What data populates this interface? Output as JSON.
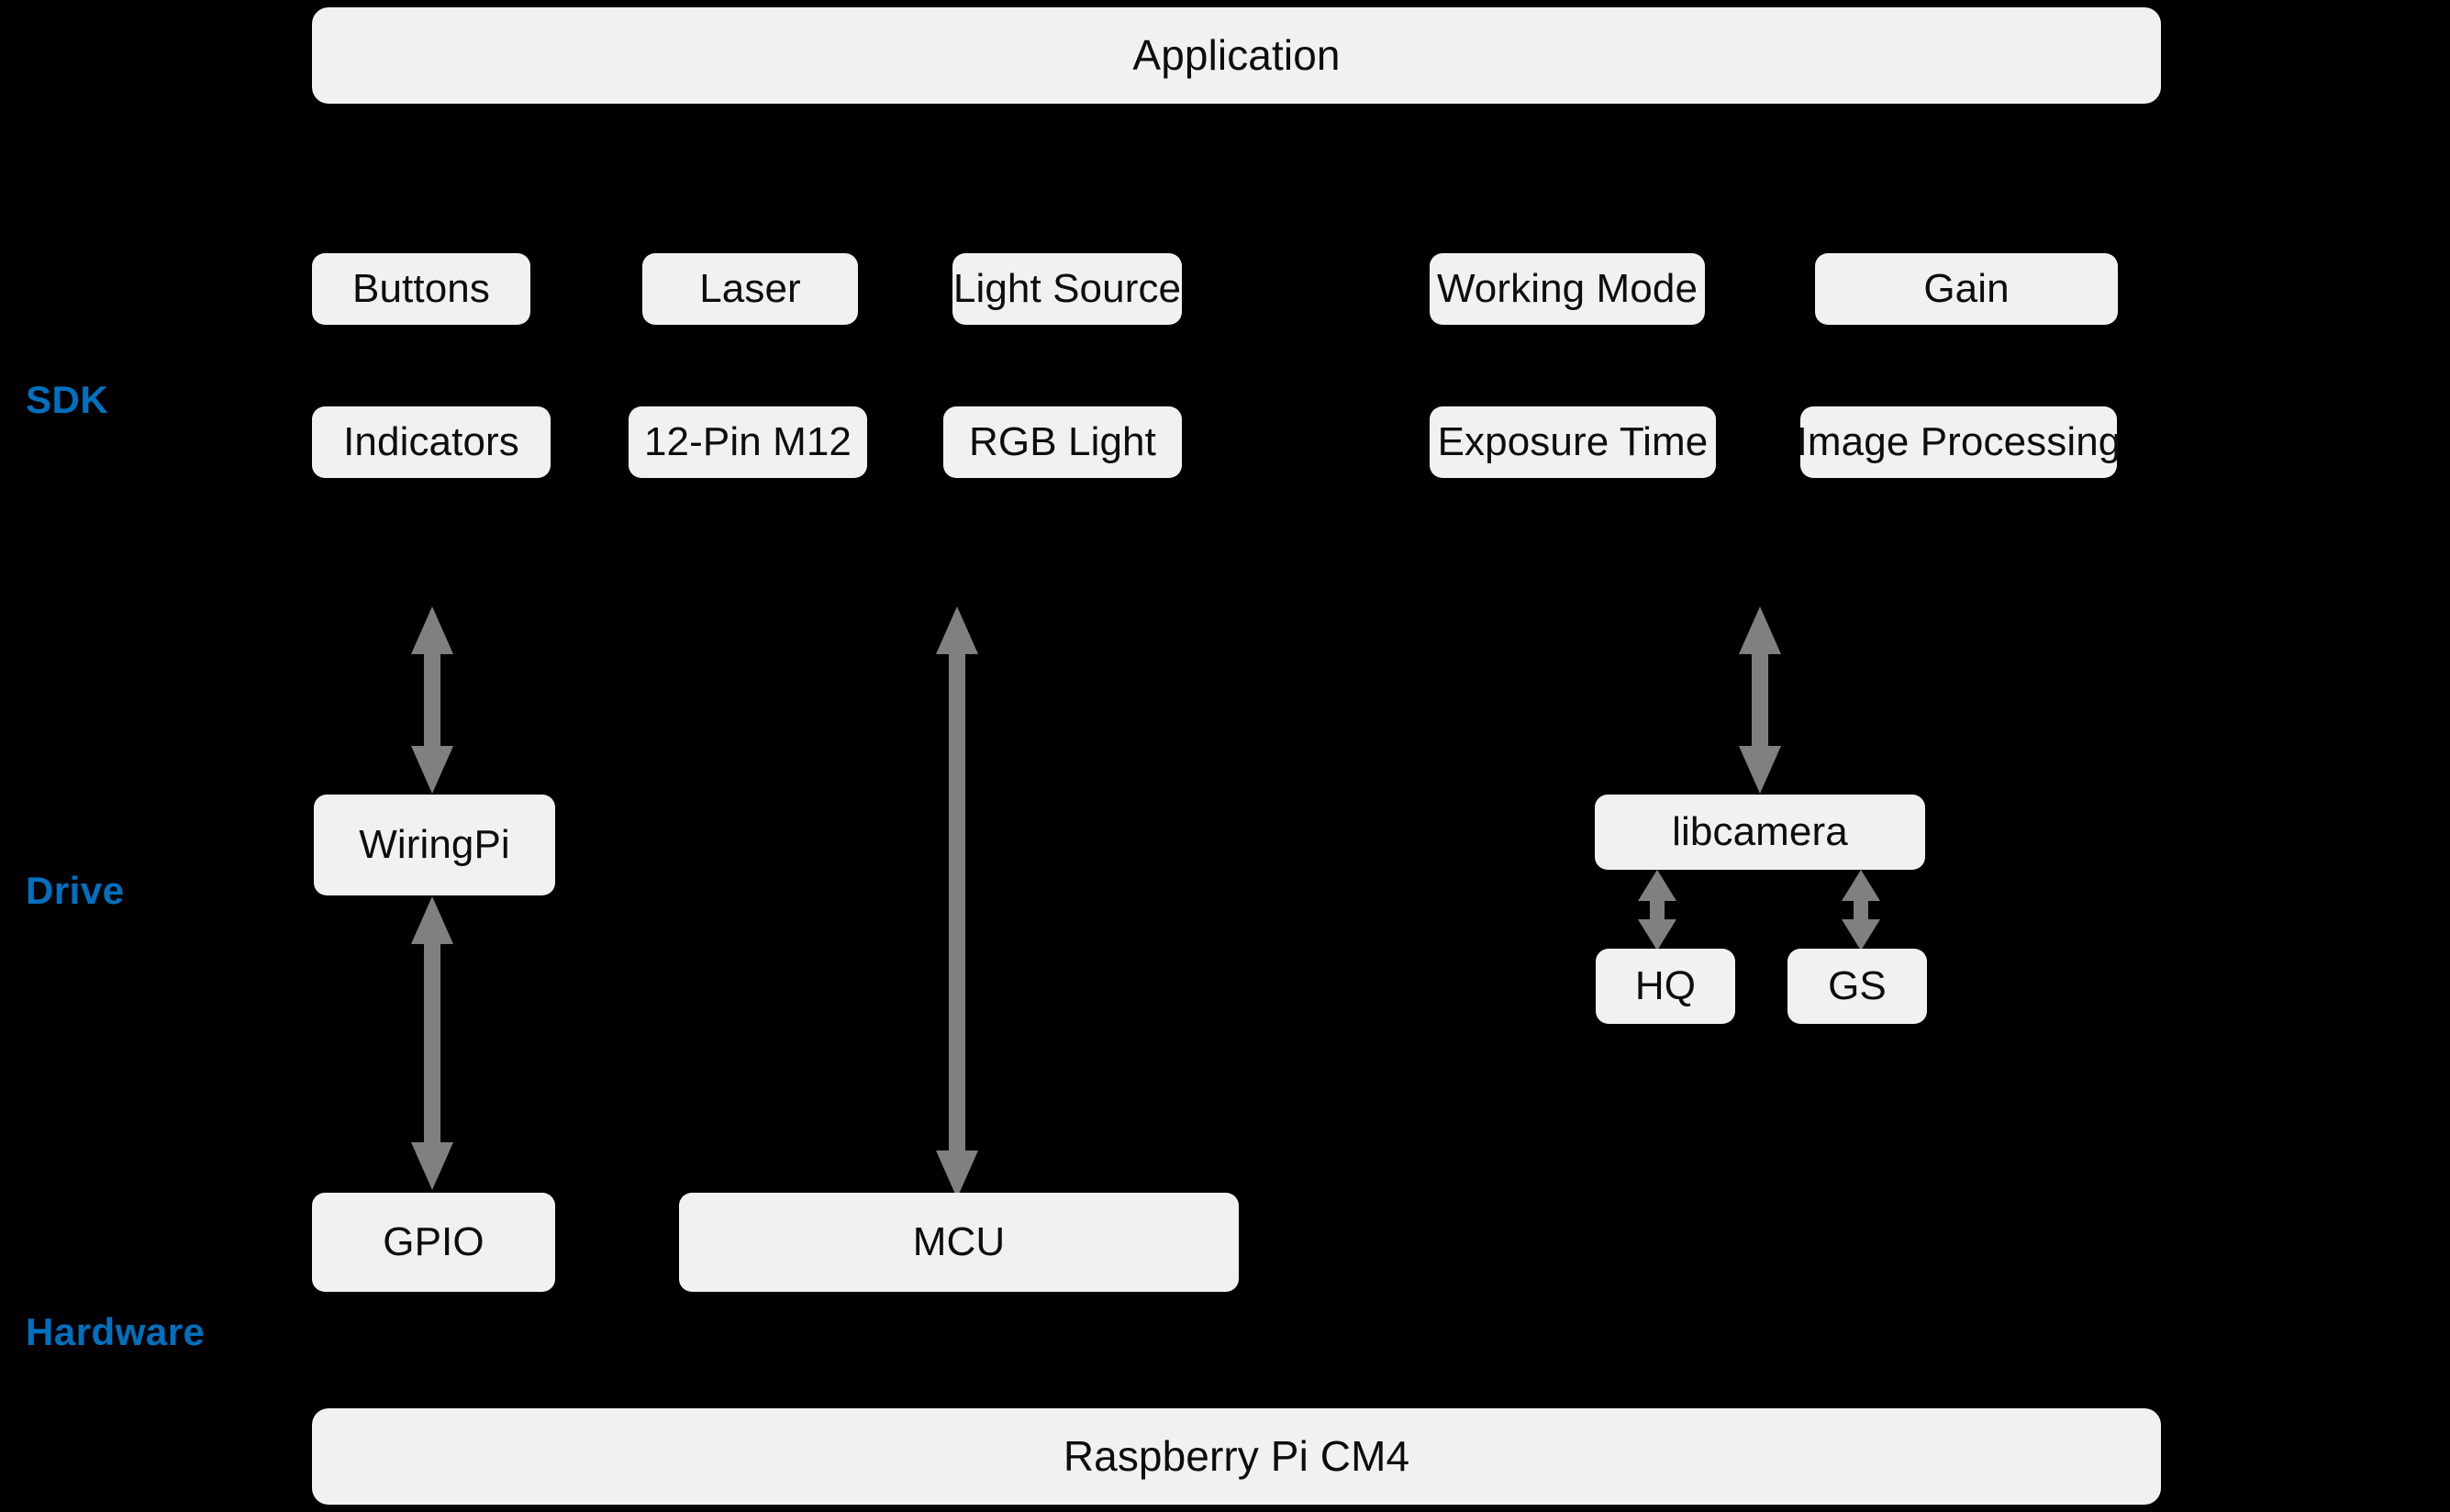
{
  "diagram": {
    "title": "Application / SDK / Drive / Hardware layered architecture",
    "background_color": "#000000",
    "node_fill_color": "#F1F1F1",
    "node_text_color": "#0D0D0D",
    "arrow_color": "#808080",
    "layer_label_color": "#0070C0"
  },
  "application": {
    "label": "Application"
  },
  "layer_labels": {
    "sdk": "SDK",
    "drive": "Drive",
    "hardware": "Hardware"
  },
  "sdk": {
    "row1": [
      {
        "label": "Buttons"
      },
      {
        "label": "Laser"
      },
      {
        "label": "Light Source"
      },
      {
        "label": "Working Mode"
      },
      {
        "label": "Gain"
      }
    ],
    "row2": [
      {
        "label": "Indicators"
      },
      {
        "label": "12-Pin M12"
      },
      {
        "label": "RGB Light"
      },
      {
        "label": "Exposure Time"
      },
      {
        "label": "Image Processing"
      }
    ]
  },
  "drive": {
    "wiringpi": {
      "label": "WiringPi"
    },
    "libcamera": {
      "label": "libcamera"
    },
    "hq": {
      "label": "HQ"
    },
    "gs": {
      "label": "GS"
    }
  },
  "hardware": {
    "gpio": {
      "label": "GPIO"
    },
    "mcu": {
      "label": "MCU"
    },
    "board": {
      "label": "Raspberry Pi CM4"
    }
  },
  "connectors": [
    {
      "name": "sdk-to-wiringpi",
      "direction": "bidirectional"
    },
    {
      "name": "wiringpi-to-gpio",
      "direction": "bidirectional"
    },
    {
      "name": "sdk-to-mcu",
      "direction": "bidirectional"
    },
    {
      "name": "sdk-to-libcamera",
      "direction": "bidirectional"
    },
    {
      "name": "libcamera-to-hq",
      "direction": "bidirectional"
    },
    {
      "name": "libcamera-to-gs",
      "direction": "bidirectional"
    }
  ]
}
